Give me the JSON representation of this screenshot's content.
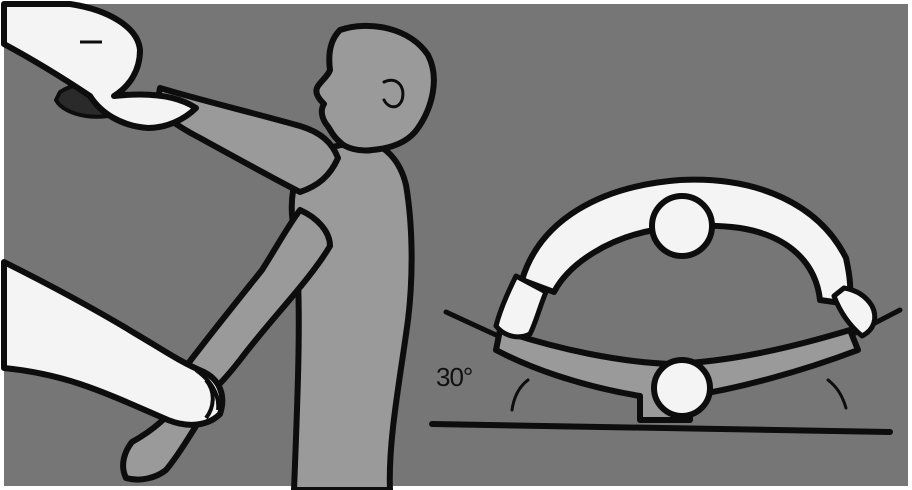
{
  "illustration": {
    "angle_label": "30°",
    "colors": {
      "background": "#767676",
      "frame": "#ffffff",
      "figure": "#9a9a9a",
      "examiner": "#f4f4f4",
      "outline": "#0d0d0d"
    },
    "panels": [
      "patient-side-view",
      "top-view-arm-abduction"
    ]
  }
}
